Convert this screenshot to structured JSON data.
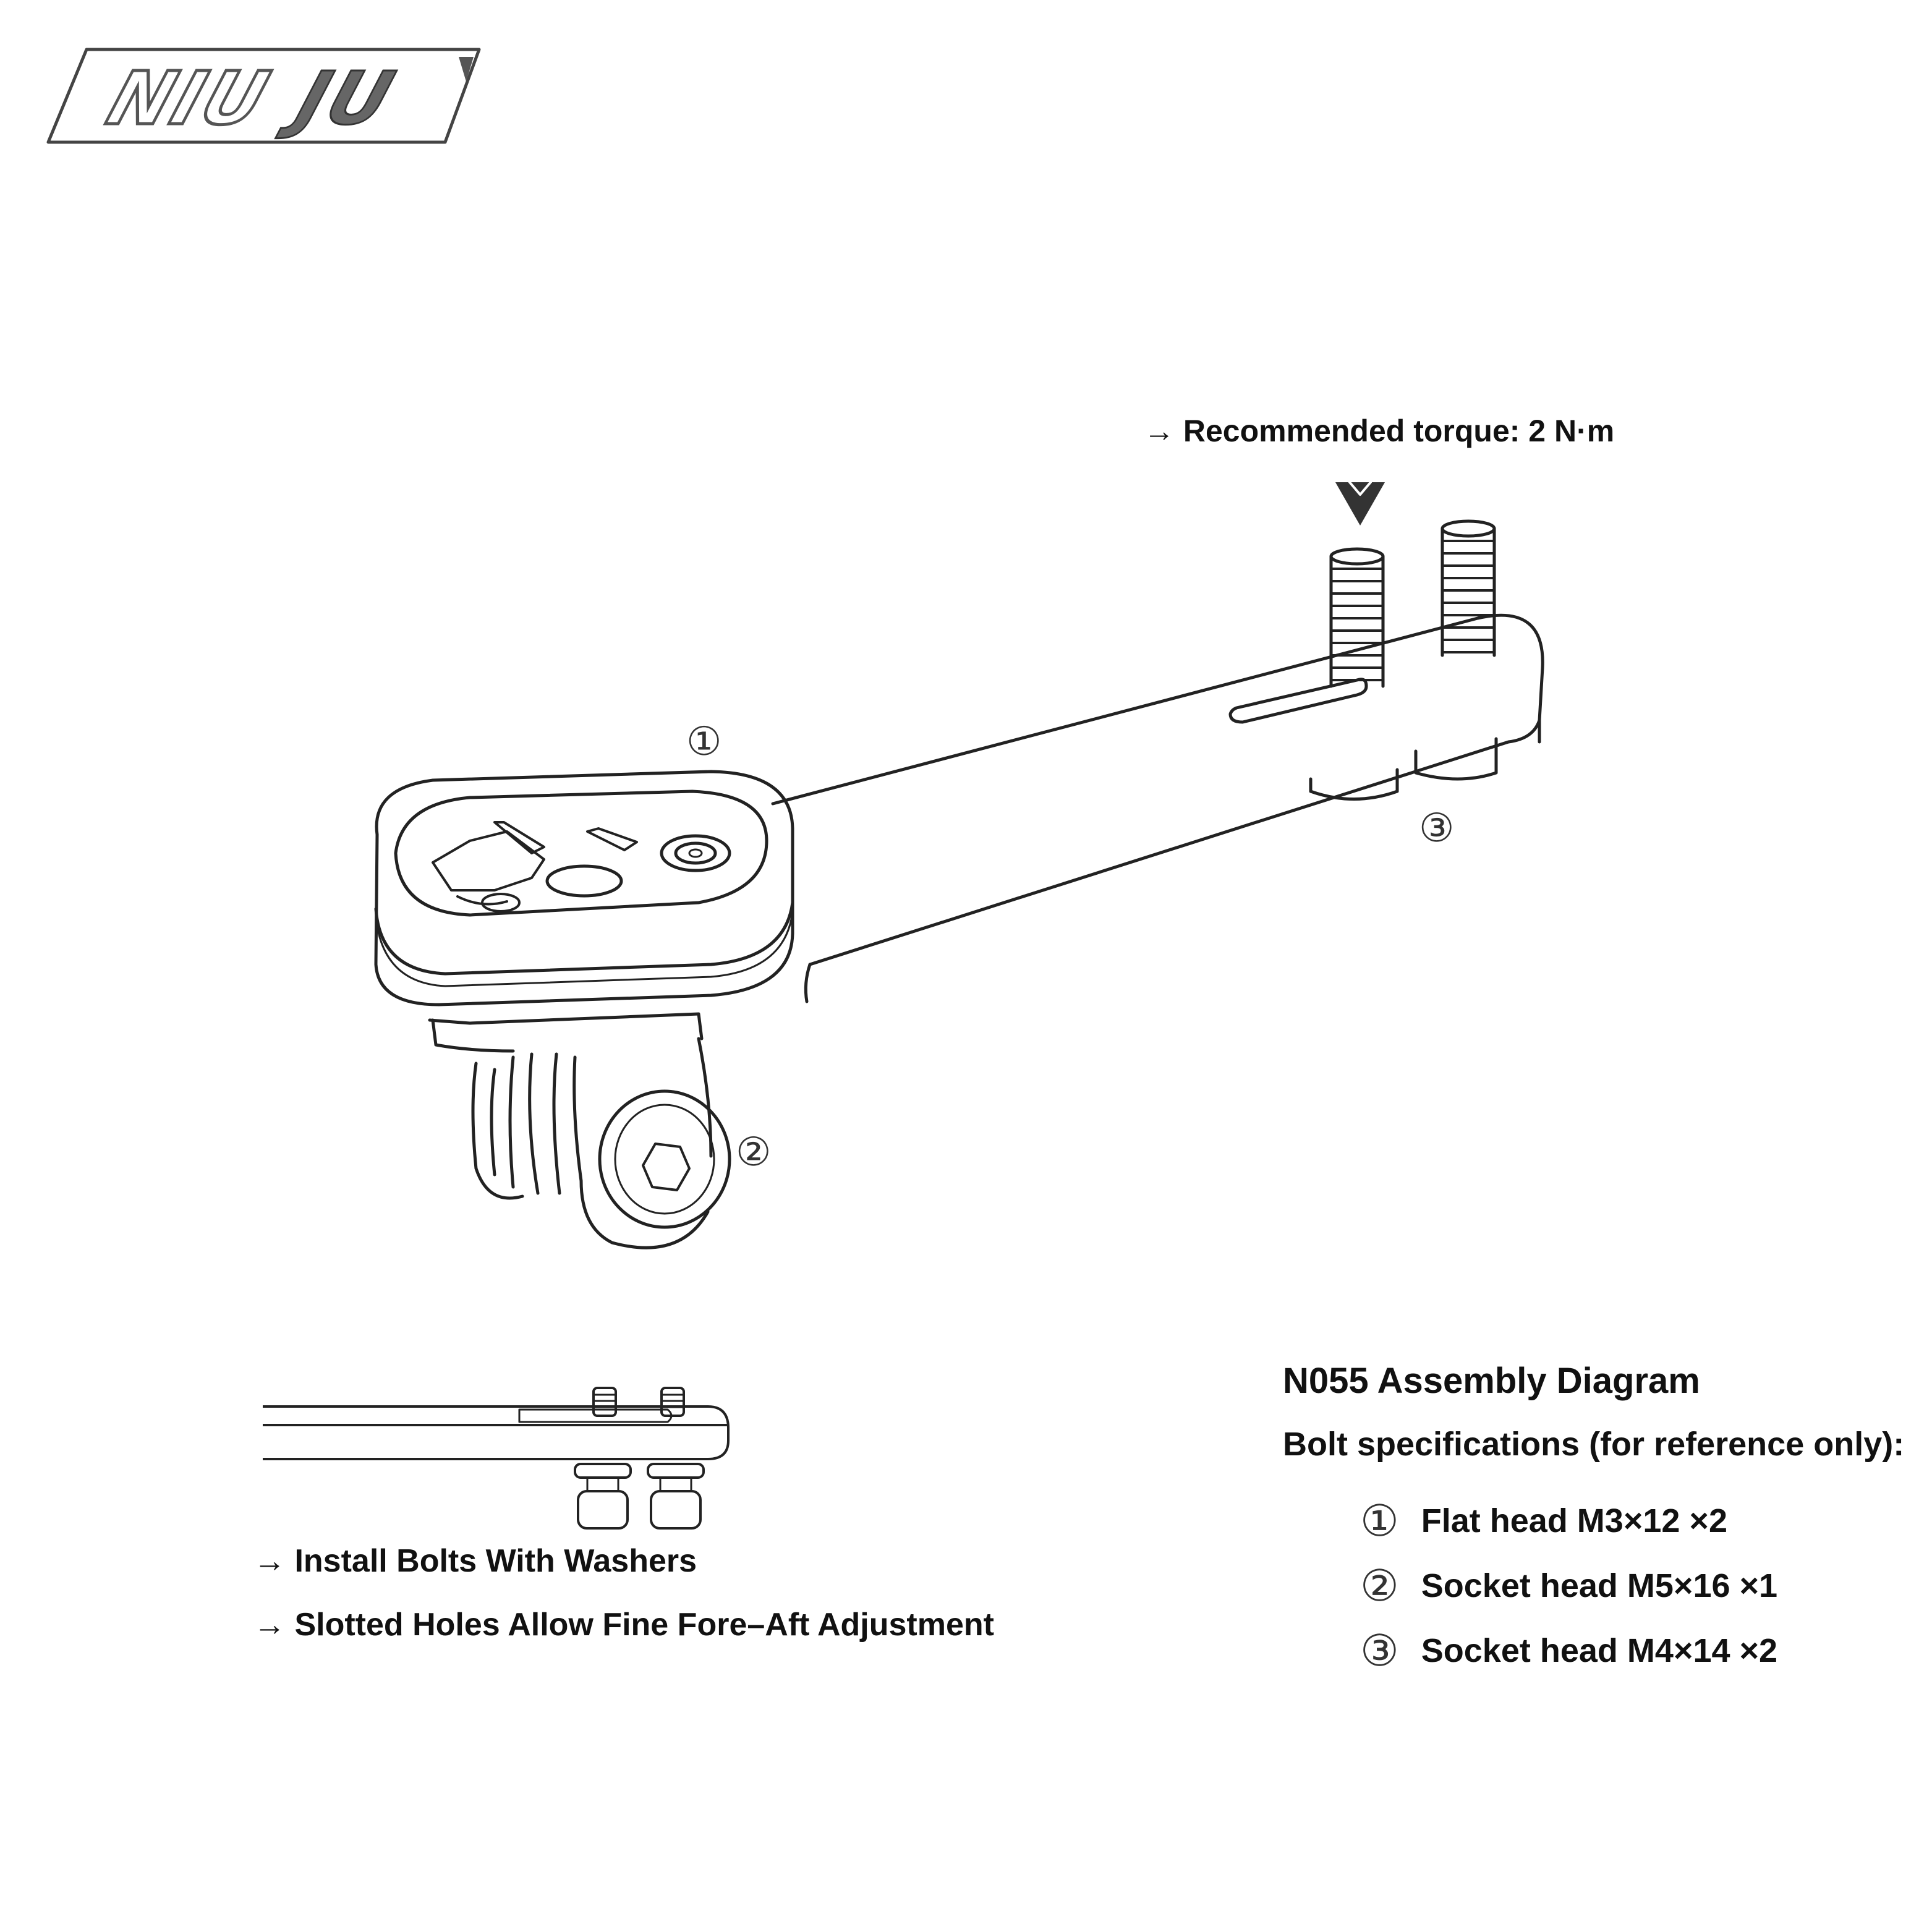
{
  "brand": {
    "logo_text": "NIU JU"
  },
  "callouts": {
    "torque": "→ Recommended torque: 2 N·m",
    "marker_1": "①",
    "marker_2": "②",
    "marker_3": "③"
  },
  "notes": {
    "washers": "→ Install Bolts With Washers",
    "slotted": "→ Slotted Holes Allow Fine Fore–Aft Adjustment"
  },
  "spec": {
    "title": "N055 Assembly Diagram",
    "subtitle": "Bolt specifications (for reference only):",
    "items": [
      {
        "num": "①",
        "text": "Flat head M3×12 ×2"
      },
      {
        "num": "②",
        "text": "Socket head M5×16 ×1"
      },
      {
        "num": "③",
        "text": "Socket head M4×14 ×2"
      }
    ]
  }
}
